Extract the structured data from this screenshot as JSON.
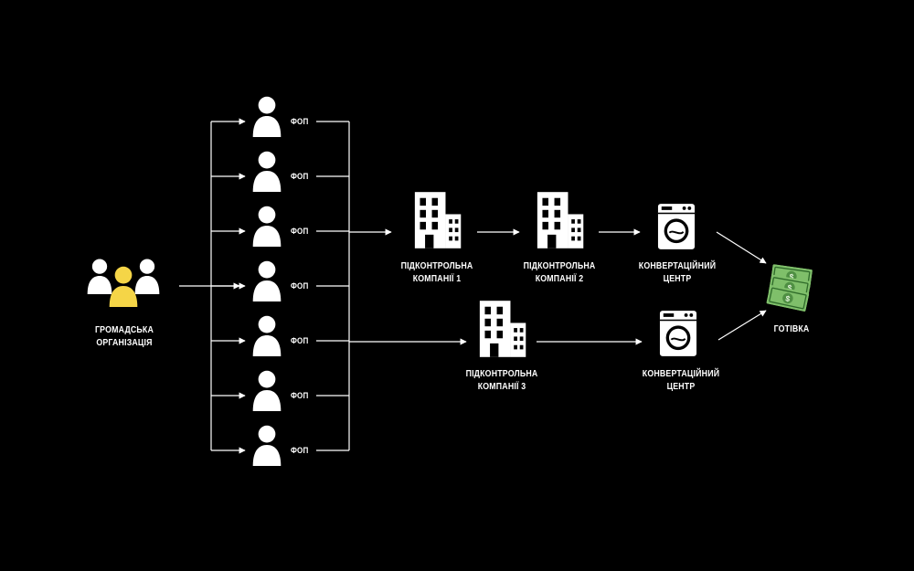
{
  "nodes": {
    "organization": {
      "line1": "ГРОМАДСЬКА",
      "line2": "ОРГАНІЗАЦІЯ"
    },
    "fop_label": "ФОП",
    "fop_count": 7,
    "company1": {
      "line1": "ПІДКОНТРОЛЬНА",
      "line2": "КОМПАНІЇ 1"
    },
    "company2": {
      "line1": "ПІДКОНТРОЛЬНА",
      "line2": "КОМПАНІЇ 2"
    },
    "company3": {
      "line1": "ПІДКОНТРОЛЬНА",
      "line2": "КОМПАНІЇ 3"
    },
    "conversion1": {
      "line1": "КОНВЕРТАЦІЙНИЙ",
      "line2": "ЦЕНТР"
    },
    "conversion2": {
      "line1": "КОНВЕРТАЦІЙНИЙ",
      "line2": "ЦЕНТР"
    },
    "cash": "ГОТІВКА"
  },
  "icons": {
    "organization": "people-group-icon",
    "fop": "person-icon",
    "company": "buildings-icon",
    "conversion": "washing-machine-icon",
    "cash": "money-stack-icon"
  },
  "colors": {
    "background": "#000000",
    "foreground": "#ffffff",
    "highlight_person": "#f5d547",
    "cash_green": "#7fbf6a"
  }
}
